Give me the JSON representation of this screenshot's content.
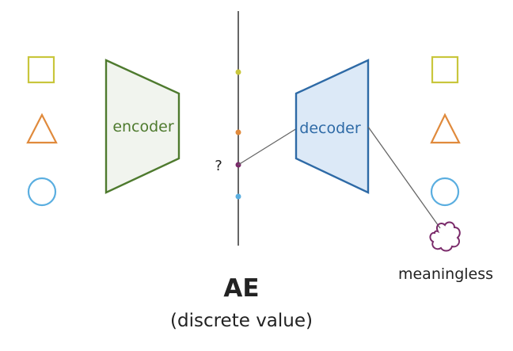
{
  "labels": {
    "encoder": "encoder",
    "decoder": "decoder",
    "question": "?",
    "meaningless": "meaningless",
    "title": "AE",
    "subtitle": "(discrete value)"
  },
  "colors": {
    "square": "#c9c63c",
    "triangle": "#e08a3c",
    "circle": "#5aaee0",
    "encoder_stroke": "#4e7a2e",
    "encoder_fill": "#f1f4ee",
    "encoder_text": "#4e7a2e",
    "decoder_stroke": "#2e6aa6",
    "decoder_fill": "#dce9f7",
    "decoder_text": "#2e6aa6",
    "axis": "#666666",
    "point_yellow": "#c9c63c",
    "point_orange": "#e08a3c",
    "point_purple": "#7a2a6a",
    "point_blue": "#5aaee0",
    "cloud": "#7a2a6a",
    "connector": "#666666",
    "text": "#222222"
  },
  "icons": {
    "inputs": [
      "square-icon",
      "triangle-icon",
      "circle-icon"
    ],
    "outputs": [
      "square-icon",
      "triangle-icon",
      "circle-icon"
    ],
    "noise": "cloud-icon"
  }
}
